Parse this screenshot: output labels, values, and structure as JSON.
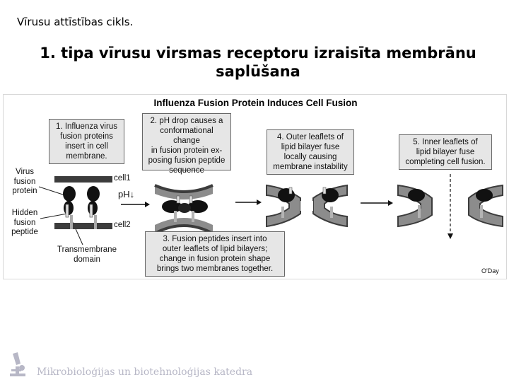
{
  "slide": {
    "corner_title": "Vīrusu attīstības cikls.",
    "title_line1": "1. tipa vīrusu virsmas receptoru izraisīta membrānu",
    "title_line2": "saplūšana",
    "footer": "Mikrobioloģijas un biotehnoloģijas katedra"
  },
  "figure": {
    "title": "Influenza Fusion Protein Induces Cell Fusion",
    "step1": [
      "1. Influenza virus",
      "fusion proteins",
      "insert in cell",
      "membrane."
    ],
    "step2": [
      "2. pH drop causes a",
      "conformational change",
      "in fusion protein ex-",
      "posing fusion peptide",
      "sequence"
    ],
    "step3": [
      "3. Fusion peptides insert into",
      "outer leaflets of lipid bilayers;",
      "change in fusion protein shape",
      "brings two membranes together."
    ],
    "step4": [
      "4. Outer leaflets of",
      "lipid bilayer fuse",
      "locally causing",
      "membrane instability"
    ],
    "step5": [
      "5. Inner leaflets of",
      "lipid bilayer fuse",
      "completing cell fusion."
    ],
    "label_virus": [
      "Virus",
      "fusion",
      "protein"
    ],
    "label_hidden": [
      "Hidden",
      "fusion",
      "peptide"
    ],
    "label_tm": [
      "Transmembrane",
      "domain"
    ],
    "label_cell1": "cell1",
    "label_cell2": "cell2",
    "label_ph": "pH↓",
    "credit": "O'Day"
  },
  "colors": {
    "box_fill": "#e6e6e6",
    "membrane_dark": "#3c3c3c",
    "membrane_gray": "#8c8c8c",
    "peptide": "#b4b4b4"
  }
}
